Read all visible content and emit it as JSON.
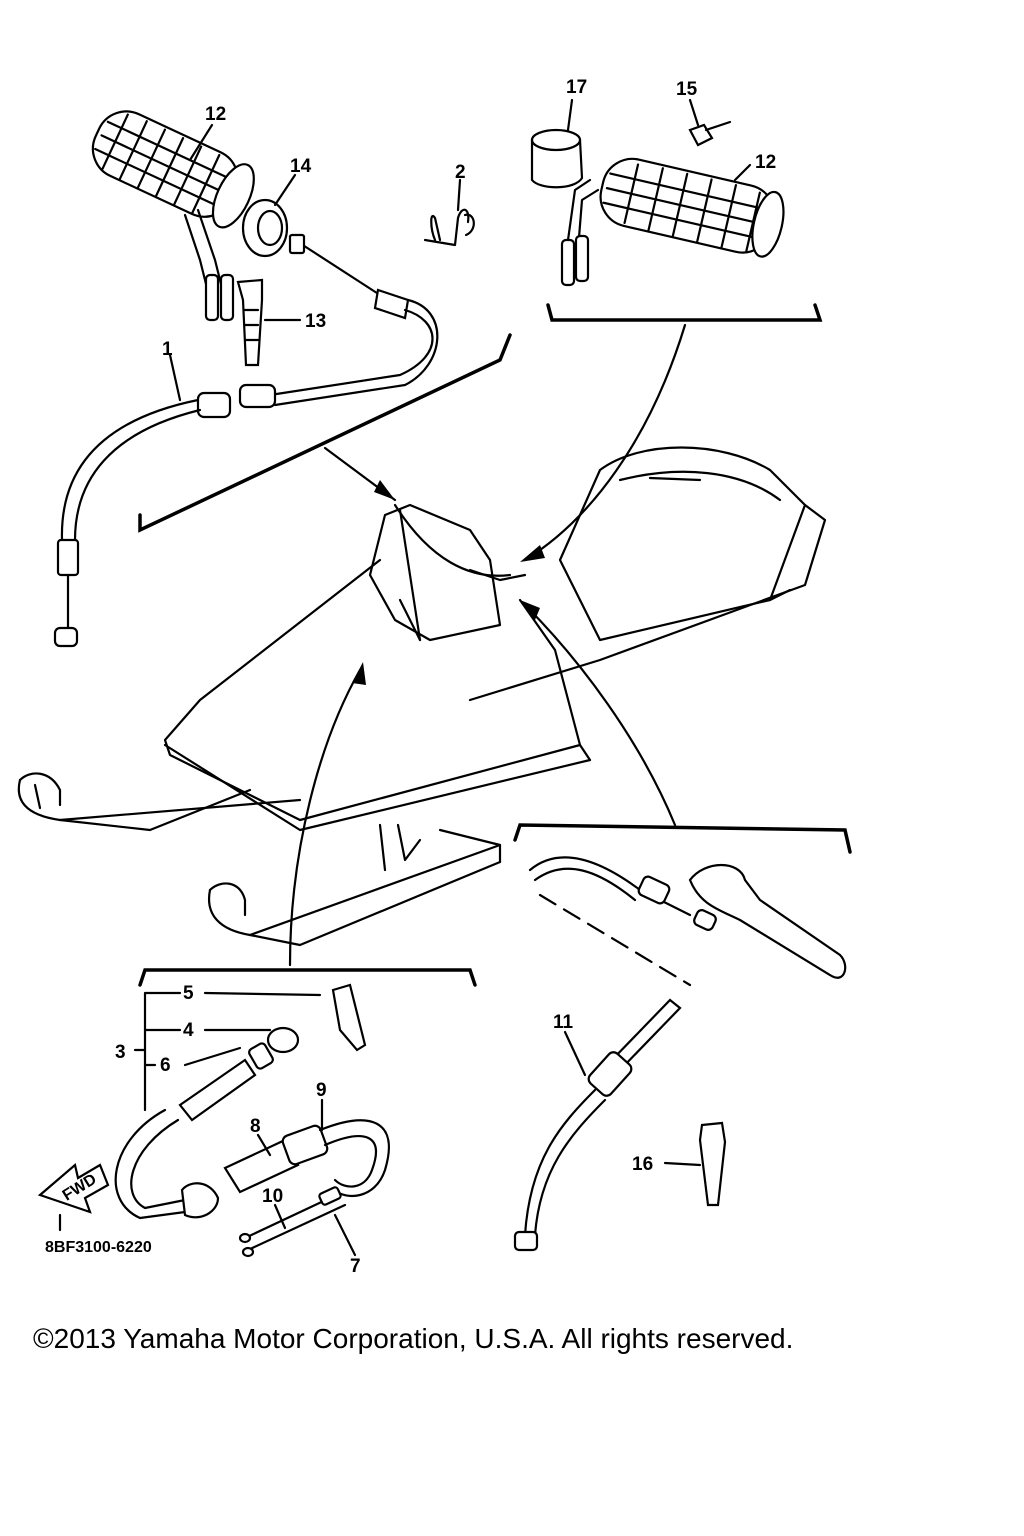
{
  "callouts": {
    "c1": "1",
    "c2": "2",
    "c3": "3",
    "c4": "4",
    "c5": "5",
    "c6": "6",
    "c7": "7",
    "c8": "8",
    "c9": "9",
    "c10": "10",
    "c11": "11",
    "c12_left": "12",
    "c12_right": "12",
    "c13": "13",
    "c14": "14",
    "c15": "15",
    "c16": "16",
    "c17": "17"
  },
  "fwd_label": "FWD",
  "drawing_code": "8BF3100-6220",
  "copyright": "©2013 Yamaha Motor Corporation, U.S.A. All rights reserved."
}
